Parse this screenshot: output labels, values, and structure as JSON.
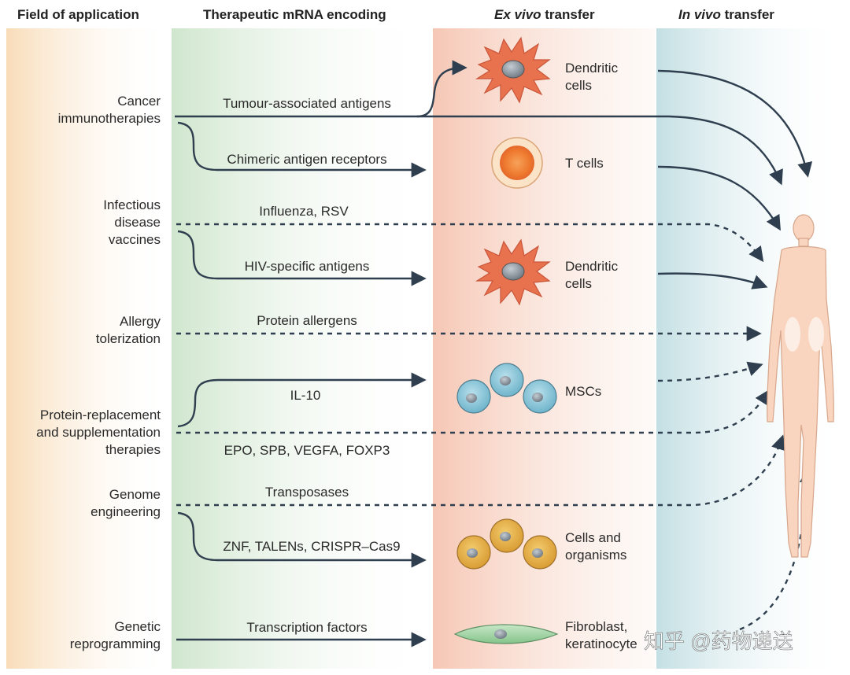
{
  "headers": {
    "field": "Field of application",
    "mrna": "Therapeutic mRNA encoding",
    "exvivo_em": "Ex vivo",
    "exvivo_rest": " transfer",
    "invivo_em": "In vivo",
    "invivo_rest": " transfer"
  },
  "fields": [
    {
      "line1": "Cancer",
      "line2": "immunotherapies"
    },
    {
      "line1": "Infectious",
      "line2": "disease",
      "line3": "vaccines"
    },
    {
      "line1": "Allergy",
      "line2": "tolerization"
    },
    {
      "line1": "Protein-replacement",
      "line2": "and supplementation",
      "line3": "therapies"
    },
    {
      "line1": "Genome",
      "line2": "engineering"
    },
    {
      "line1": "Genetic",
      "line2": "reprogramming"
    }
  ],
  "encodings": [
    "Tumour-associated antigens",
    "Chimeric antigen receptors",
    "Influenza, RSV",
    "HIV-specific antigens",
    "Protein allergens",
    "IL-10",
    "EPO, SPB, VEGFA, FOXP3",
    "Transposases",
    "ZNF, TALENs, CRISPR–Cas9",
    "Transcription factors"
  ],
  "cells": [
    {
      "line1": "Dendritic",
      "line2": "cells"
    },
    {
      "line1": "T cells"
    },
    {
      "line1": "Dendritic",
      "line2": "cells"
    },
    {
      "line1": "MSCs"
    },
    {
      "line1": "Cells and",
      "line2": "organisms"
    },
    {
      "line1": "Fibroblast,",
      "line2": "keratinocyte"
    }
  ],
  "watermark": "知乎 @药物递送",
  "colors": {
    "field_band": "#f8dcb8",
    "mrna_band": "#cfe6cd",
    "exvivo_band": "#f6c7b5",
    "invivo_band": "#c3dfe3",
    "arrow": "#2f3f4f",
    "dendritic": "#e8724e",
    "tcell": "#f0883a",
    "msc": "#8cc6d8",
    "organism_cell": "#e7b048",
    "fibroblast": "#9fd0a2",
    "body": "#f9d4bf"
  }
}
